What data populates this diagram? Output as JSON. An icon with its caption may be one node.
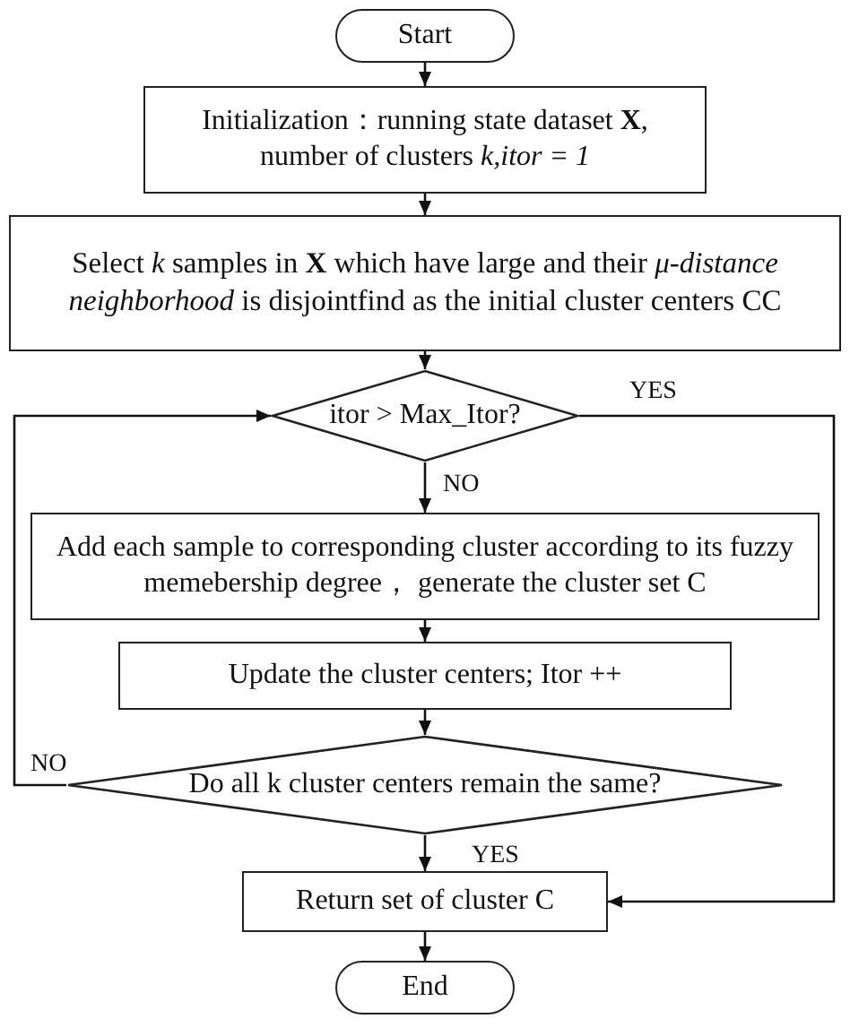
{
  "diagram": {
    "nodes": [
      {
        "text": [
          "Start"
        ]
      },
      {
        "text": [
          "Initialization：running state dataset **X**, number of clusters *k,itor = 1*"
        ]
      },
      {
        "text": [
          "Select *k* samples in **X** which have large  and their *μ-distance neighborhood* is disjointfind as the initial cluster centers CC"
        ]
      },
      {
        "text": [
          "itor > Max_Itor?"
        ]
      },
      {
        "text": [
          "Add each sample to corresponding cluster according to its fuzzy memebership degree， generate the cluster set C"
        ]
      },
      {
        "text": [
          "Update the cluster centers; Itor ++"
        ]
      },
      {
        "text": [
          "Do all k cluster centers remain the same?"
        ]
      },
      {
        "text": [
          "Return set of cluster C"
        ]
      },
      {
        "text": [
          "End"
        ]
      }
    ],
    "edges": [
      {
        "from": 0,
        "to": 1,
        "arrow": "to"
      },
      {
        "from": 1,
        "to": 2,
        "arrow": "to"
      },
      {
        "from": 2,
        "to": 3,
        "arrow": "to"
      },
      {
        "from": 3,
        "to": 4,
        "arrow": "to",
        "label": "NO"
      },
      {
        "from": 4,
        "to": 5,
        "arrow": "to"
      },
      {
        "from": 5,
        "to": 6,
        "arrow": "to"
      },
      {
        "from": 6,
        "to": 7,
        "arrow": "to",
        "label": "YES"
      },
      {
        "from": 6,
        "to": 3,
        "arrow": "to",
        "label": "NO"
      },
      {
        "from": 3,
        "to": 7,
        "arrow": "to",
        "label": "YES"
      },
      {
        "from": 7,
        "to": 8,
        "arrow": "to"
      }
    ]
  }
}
